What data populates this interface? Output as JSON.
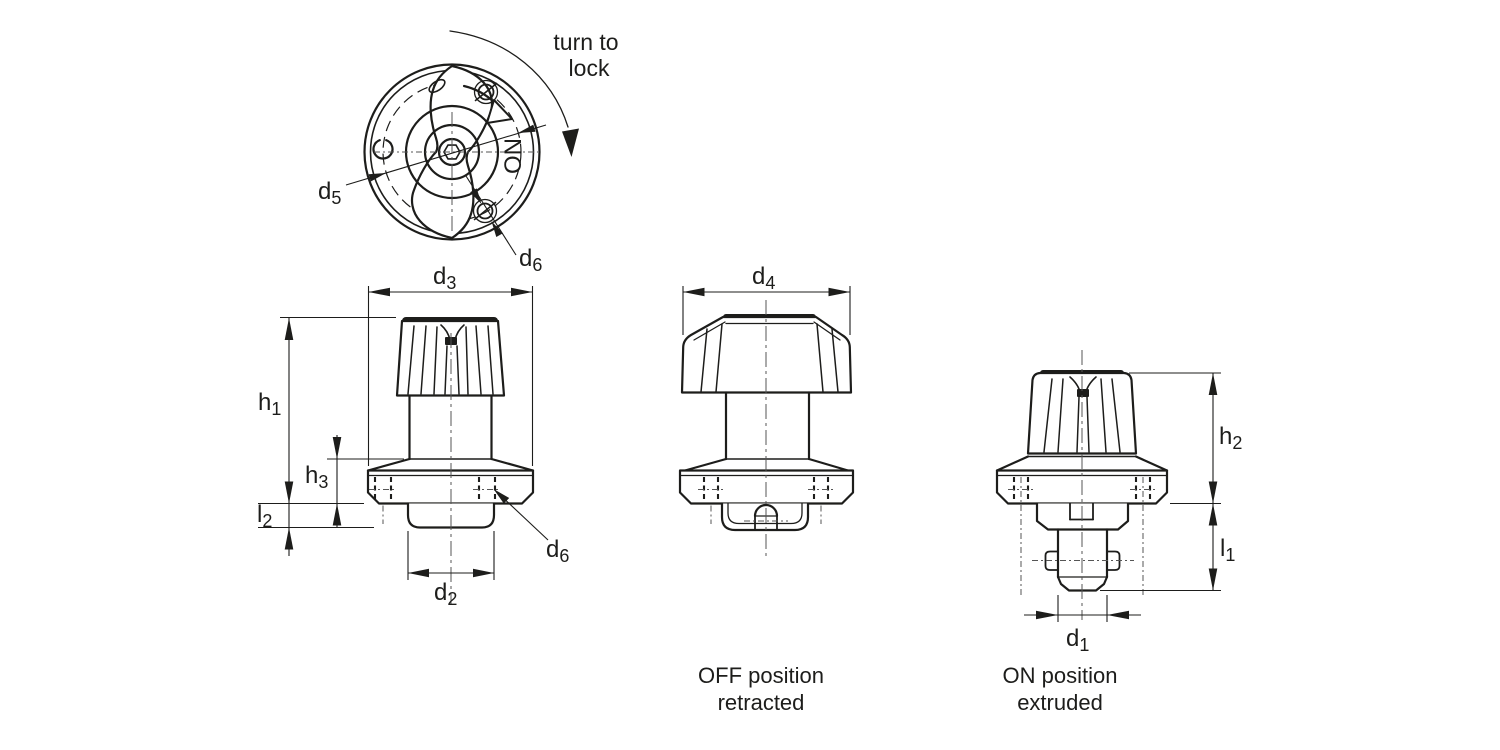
{
  "colors": {
    "ink": "#1d1d1b",
    "centerline": "#555555",
    "background": "#ffffff"
  },
  "top_view": {
    "rotation_note": {
      "line1": "turn to",
      "line2": "lock"
    },
    "on_marker": "ON",
    "dim_d5": {
      "base": "d",
      "sub": "5"
    },
    "dim_d6": {
      "base": "d",
      "sub": "6"
    }
  },
  "front_view": {
    "dim_d3": {
      "base": "d",
      "sub": "3"
    },
    "dim_h1": {
      "base": "h",
      "sub": "1"
    },
    "dim_h3": {
      "base": "h",
      "sub": "3"
    },
    "dim_l2": {
      "base": "l",
      "sub": "2"
    },
    "dim_d2": {
      "base": "d",
      "sub": "2"
    },
    "dim_d6": {
      "base": "d",
      "sub": "6"
    }
  },
  "off_view": {
    "dim_d4": {
      "base": "d",
      "sub": "4"
    },
    "caption": {
      "line1": "OFF position",
      "line2": "retracted"
    }
  },
  "on_view": {
    "dim_h2": {
      "base": "h",
      "sub": "2"
    },
    "dim_l1": {
      "base": "l",
      "sub": "1"
    },
    "dim_d1": {
      "base": "d",
      "sub": "1"
    },
    "caption": {
      "line1": "ON position",
      "line2": "extruded"
    }
  }
}
